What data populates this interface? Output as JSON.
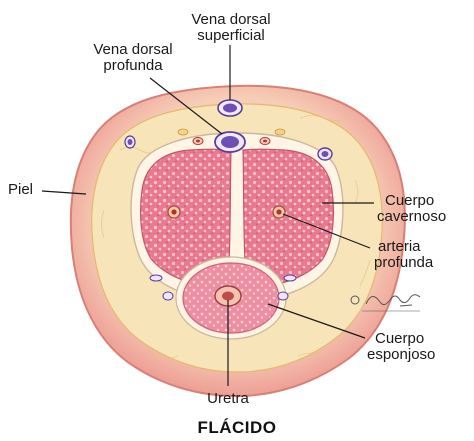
{
  "labels": {
    "vena_dorsal_superficial": [
      "Vena dorsal",
      "superficial"
    ],
    "vena_dorsal_profunda": [
      "Vena dorsal",
      "profunda"
    ],
    "piel": "Piel",
    "cuerpo_cavernoso": [
      "Cuerpo",
      "cavernoso"
    ],
    "arteria_profunda": [
      "arteria",
      "profunda"
    ],
    "cuerpo_esponjoso": [
      "Cuerpo",
      "esponjoso"
    ],
    "uretra": "Uretra"
  },
  "caption": "FLÁCIDO",
  "colors": {
    "skin_outer": "#f4c2a8",
    "skin_inner": "#f7d7c2",
    "fat": "#f9e3a8",
    "cavernous": "#e87b8f",
    "spongy": "#ec8fa0",
    "vein": "#6d4fb5",
    "tunica": "#fff4e8"
  }
}
